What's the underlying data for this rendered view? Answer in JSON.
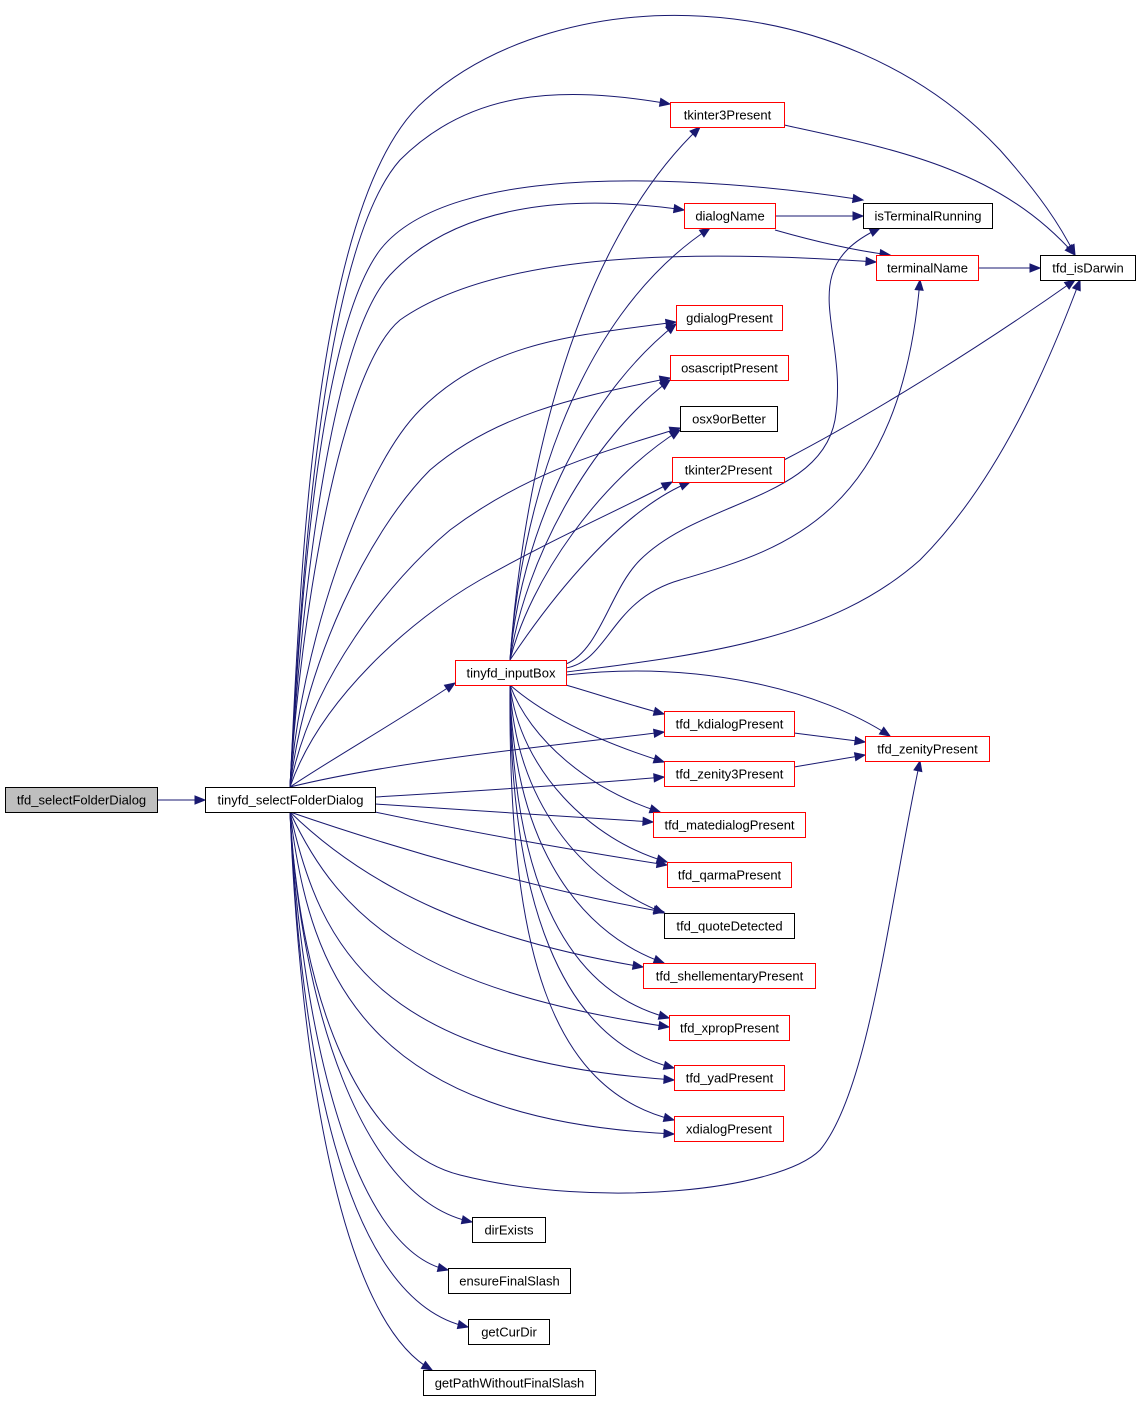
{
  "diagram": {
    "colors": {
      "edge": "#191970",
      "border_normal": "#000000",
      "border_red": "#ff0000",
      "root_fill": "#bfbfbf",
      "node_fill": "#ffffff"
    },
    "nodes": [
      {
        "id": "tfd_selectFolderDialog",
        "label": "tfd_selectFolderDialog",
        "style": "root"
      },
      {
        "id": "tinyfd_selectFolderDialog",
        "label": "tinyfd_selectFolderDialog",
        "style": "normal"
      },
      {
        "id": "tkinter3Present",
        "label": "tkinter3Present",
        "style": "red"
      },
      {
        "id": "dialogName",
        "label": "dialogName",
        "style": "red"
      },
      {
        "id": "isTerminalRunning",
        "label": "isTerminalRunning",
        "style": "normal"
      },
      {
        "id": "terminalName",
        "label": "terminalName",
        "style": "red"
      },
      {
        "id": "tfd_isDarwin",
        "label": "tfd_isDarwin",
        "style": "normal"
      },
      {
        "id": "gdialogPresent",
        "label": "gdialogPresent",
        "style": "red"
      },
      {
        "id": "osascriptPresent",
        "label": "osascriptPresent",
        "style": "red"
      },
      {
        "id": "osx9orBetter",
        "label": "osx9orBetter",
        "style": "normal"
      },
      {
        "id": "tkinter2Present",
        "label": "tkinter2Present",
        "style": "red"
      },
      {
        "id": "tinyfd_inputBox",
        "label": "tinyfd_inputBox",
        "style": "red"
      },
      {
        "id": "tfd_kdialogPresent",
        "label": "tfd_kdialogPresent",
        "style": "red"
      },
      {
        "id": "tfd_zenityPresent",
        "label": "tfd_zenityPresent",
        "style": "red"
      },
      {
        "id": "tfd_zenity3Present",
        "label": "tfd_zenity3Present",
        "style": "red"
      },
      {
        "id": "tfd_matedialogPresent",
        "label": "tfd_matedialogPresent",
        "style": "red"
      },
      {
        "id": "tfd_qarmaPresent",
        "label": "tfd_qarmaPresent",
        "style": "red"
      },
      {
        "id": "tfd_quoteDetected",
        "label": "tfd_quoteDetected",
        "style": "normal"
      },
      {
        "id": "tfd_shellementaryPresent",
        "label": "tfd_shellementaryPresent",
        "style": "red"
      },
      {
        "id": "tfd_xpropPresent",
        "label": "tfd_xpropPresent",
        "style": "red"
      },
      {
        "id": "tfd_yadPresent",
        "label": "tfd_yadPresent",
        "style": "red"
      },
      {
        "id": "xdialogPresent",
        "label": "xdialogPresent",
        "style": "red"
      },
      {
        "id": "dirExists",
        "label": "dirExists",
        "style": "normal"
      },
      {
        "id": "ensureFinalSlash",
        "label": "ensureFinalSlash",
        "style": "normal"
      },
      {
        "id": "getCurDir",
        "label": "getCurDir",
        "style": "normal"
      },
      {
        "id": "getPathWithoutFinalSlash",
        "label": "getPathWithoutFinalSlash",
        "style": "normal"
      }
    ],
    "edges": [
      {
        "from": "tfd_selectFolderDialog",
        "to": "tinyfd_selectFolderDialog"
      },
      {
        "from": "tinyfd_selectFolderDialog",
        "to": "tfd_isDarwin"
      },
      {
        "from": "tinyfd_selectFolderDialog",
        "to": "tkinter3Present"
      },
      {
        "from": "tinyfd_selectFolderDialog",
        "to": "isTerminalRunning"
      },
      {
        "from": "tinyfd_selectFolderDialog",
        "to": "dialogName"
      },
      {
        "from": "tinyfd_selectFolderDialog",
        "to": "terminalName"
      },
      {
        "from": "tinyfd_selectFolderDialog",
        "to": "gdialogPresent"
      },
      {
        "from": "tinyfd_selectFolderDialog",
        "to": "osascriptPresent"
      },
      {
        "from": "tinyfd_selectFolderDialog",
        "to": "osx9orBetter"
      },
      {
        "from": "tinyfd_selectFolderDialog",
        "to": "tkinter2Present"
      },
      {
        "from": "tinyfd_selectFolderDialog",
        "to": "tinyfd_inputBox"
      },
      {
        "from": "tinyfd_selectFolderDialog",
        "to": "tfd_kdialogPresent"
      },
      {
        "from": "tinyfd_selectFolderDialog",
        "to": "tfd_zenity3Present"
      },
      {
        "from": "tinyfd_selectFolderDialog",
        "to": "tfd_matedialogPresent"
      },
      {
        "from": "tinyfd_selectFolderDialog",
        "to": "tfd_qarmaPresent"
      },
      {
        "from": "tinyfd_selectFolderDialog",
        "to": "tfd_quoteDetected"
      },
      {
        "from": "tinyfd_selectFolderDialog",
        "to": "tfd_shellementaryPresent"
      },
      {
        "from": "tinyfd_selectFolderDialog",
        "to": "tfd_xpropPresent"
      },
      {
        "from": "tinyfd_selectFolderDialog",
        "to": "tfd_yadPresent"
      },
      {
        "from": "tinyfd_selectFolderDialog",
        "to": "xdialogPresent"
      },
      {
        "from": "tinyfd_selectFolderDialog",
        "to": "tfd_zenityPresent"
      },
      {
        "from": "tinyfd_selectFolderDialog",
        "to": "dirExists"
      },
      {
        "from": "tinyfd_selectFolderDialog",
        "to": "ensureFinalSlash"
      },
      {
        "from": "tinyfd_selectFolderDialog",
        "to": "getCurDir"
      },
      {
        "from": "tinyfd_selectFolderDialog",
        "to": "getPathWithoutFinalSlash"
      },
      {
        "from": "tkinter3Present",
        "to": "tfd_isDarwin"
      },
      {
        "from": "dialogName",
        "to": "isTerminalRunning"
      },
      {
        "from": "dialogName",
        "to": "terminalName"
      },
      {
        "from": "terminalName",
        "to": "tfd_isDarwin"
      },
      {
        "from": "tkinter2Present",
        "to": "tfd_isDarwin"
      },
      {
        "from": "tinyfd_inputBox",
        "to": "tkinter3Present"
      },
      {
        "from": "tinyfd_inputBox",
        "to": "dialogName"
      },
      {
        "from": "tinyfd_inputBox",
        "to": "gdialogPresent"
      },
      {
        "from": "tinyfd_inputBox",
        "to": "osascriptPresent"
      },
      {
        "from": "tinyfd_inputBox",
        "to": "osx9orBetter"
      },
      {
        "from": "tinyfd_inputBox",
        "to": "tkinter2Present"
      },
      {
        "from": "tinyfd_inputBox",
        "to": "isTerminalRunning"
      },
      {
        "from": "tinyfd_inputBox",
        "to": "terminalName"
      },
      {
        "from": "tinyfd_inputBox",
        "to": "tfd_isDarwin"
      },
      {
        "from": "tinyfd_inputBox",
        "to": "tfd_zenityPresent"
      },
      {
        "from": "tinyfd_inputBox",
        "to": "tfd_kdialogPresent"
      },
      {
        "from": "tinyfd_inputBox",
        "to": "tfd_zenity3Present"
      },
      {
        "from": "tinyfd_inputBox",
        "to": "tfd_matedialogPresent"
      },
      {
        "from": "tinyfd_inputBox",
        "to": "tfd_qarmaPresent"
      },
      {
        "from": "tinyfd_inputBox",
        "to": "tfd_quoteDetected"
      },
      {
        "from": "tinyfd_inputBox",
        "to": "tfd_shellementaryPresent"
      },
      {
        "from": "tinyfd_inputBox",
        "to": "tfd_xpropPresent"
      },
      {
        "from": "tinyfd_inputBox",
        "to": "tfd_yadPresent"
      },
      {
        "from": "tinyfd_inputBox",
        "to": "xdialogPresent"
      },
      {
        "from": "tfd_kdialogPresent",
        "to": "tfd_zenityPresent"
      },
      {
        "from": "tfd_zenity3Present",
        "to": "tfd_zenityPresent"
      }
    ]
  }
}
